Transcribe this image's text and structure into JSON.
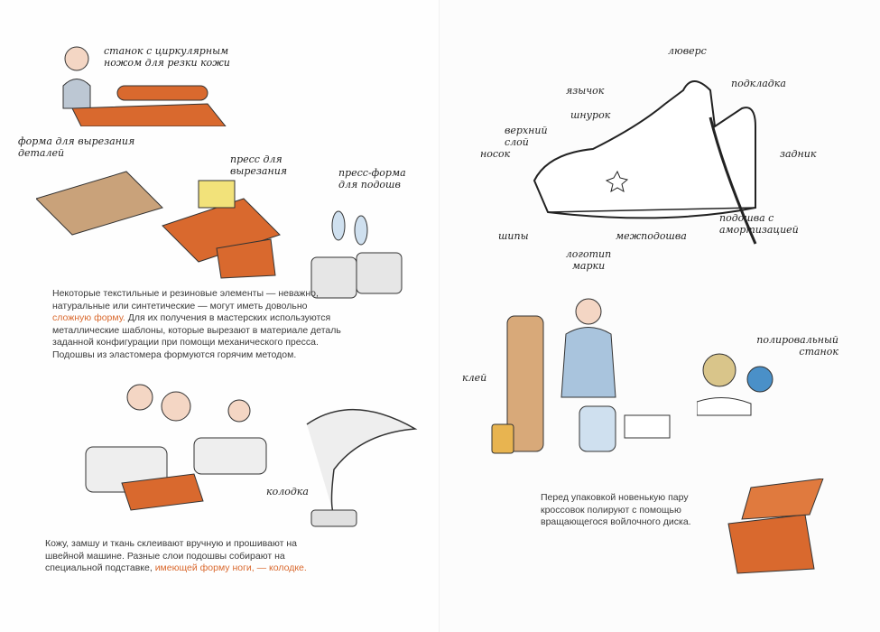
{
  "left_page": {
    "labels": {
      "cutting_machine": "станок с циркулярным ножом для резки кожи",
      "cutting_form": "форма для вырезания деталей",
      "cutting_press": "пресс для вырезания",
      "sole_mold": "пресс-форма для подошв",
      "last": "колодка"
    },
    "paragraph1": {
      "text_before": "Некоторые текстильные и резиновые элементы — неважно, натуральные или синте­тические — могут иметь довольно ",
      "highlight": "сложную форму.",
      "text_after": " Для их получения в мастерских используются металлические шаблоны, которые вырезают в материале деталь заданной конфигурации при помощи механического пресса. Подошвы из эластомера формуются горячим методом."
    },
    "paragraph2": {
      "text_before": "Кожу, замшу и ткань склеивают вручную и прошивают на швейной машине. Разные слои подошвы собирают на специальной подставке, ",
      "highlight": "имеющей форму ноги, — колодке."
    }
  },
  "right_page": {
    "sneaker_labels": {
      "eyelet": "люверс",
      "lining": "подкладка",
      "tongue": "язычок",
      "lace": "шнурок",
      "upper": "верхний слой",
      "toe": "носок",
      "heel_counter": "задник",
      "spikes": "шипы",
      "midsole": "межподошва",
      "logo": "логотип марки",
      "sole": "подошва с амортизацией"
    },
    "labels": {
      "glue": "клей",
      "polisher": "полировальный станок"
    },
    "paragraph": "Перед упаковкой новенькую пару кроссовок полируют с помощью вращающегося войлочного диска."
  },
  "colors": {
    "accent": "#d9692e",
    "text": "#3a3a3a"
  }
}
